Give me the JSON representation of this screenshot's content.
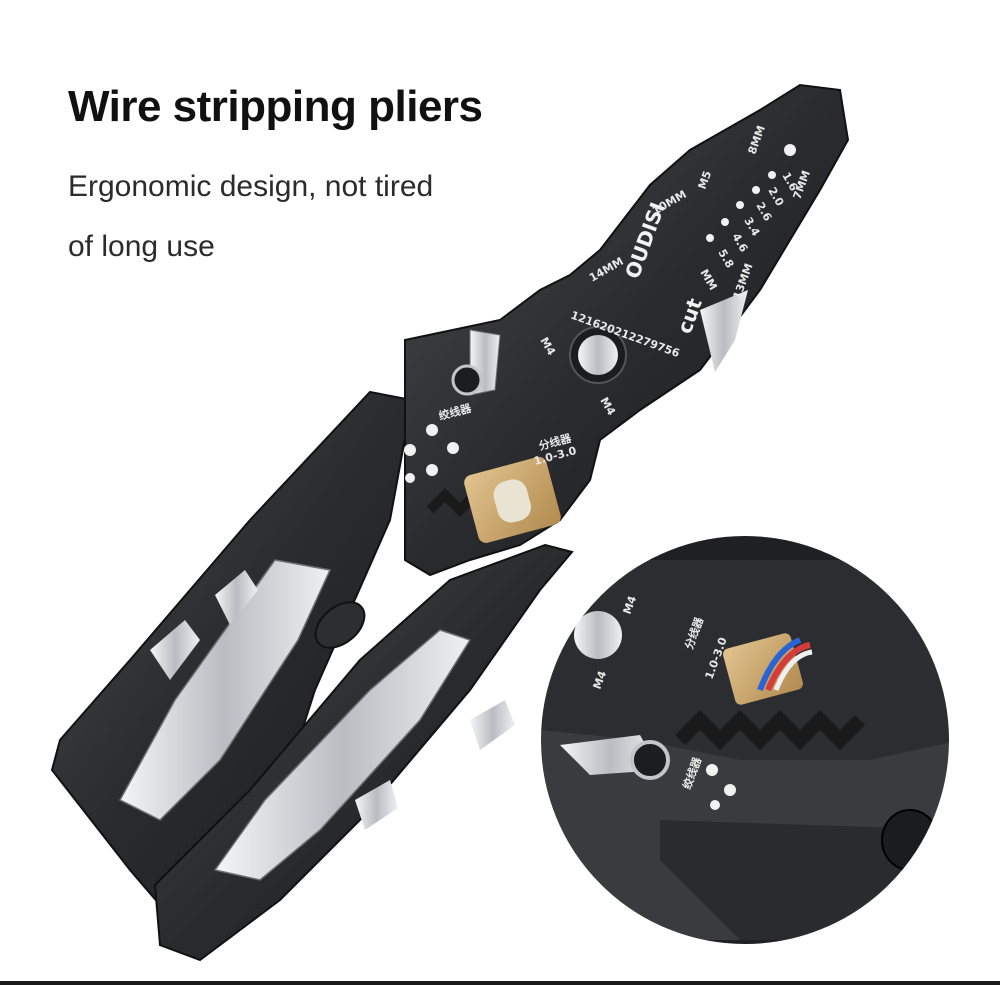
{
  "headline": "Wire stripping pliers",
  "subheadline_line1": "Ergonomic design, not tired",
  "subheadline_line2": "of long use",
  "engravings": {
    "brand": "OUDISI",
    "cut": "cut",
    "hex_sizes": [
      "8MM",
      "M5",
      "10MM",
      "14MM",
      "7MM",
      "13MM"
    ],
    "wire_gauges": [
      "1.6",
      "2.0",
      "2.6",
      "3.4",
      "4.6",
      "5.8"
    ],
    "bolt_marks": [
      "M4",
      "M4",
      "MM"
    ],
    "ruler_digits": "121620212279756",
    "splitter_label": "分线器",
    "splitter_range": "1.0-3.0",
    "crimp_label": "绞线器"
  },
  "colors": {
    "body": "#2b2c2f",
    "silver": "#d6d8dc",
    "brass": "#c9a46a",
    "background": "#ffffff",
    "inset_bg": "#1f2022"
  }
}
